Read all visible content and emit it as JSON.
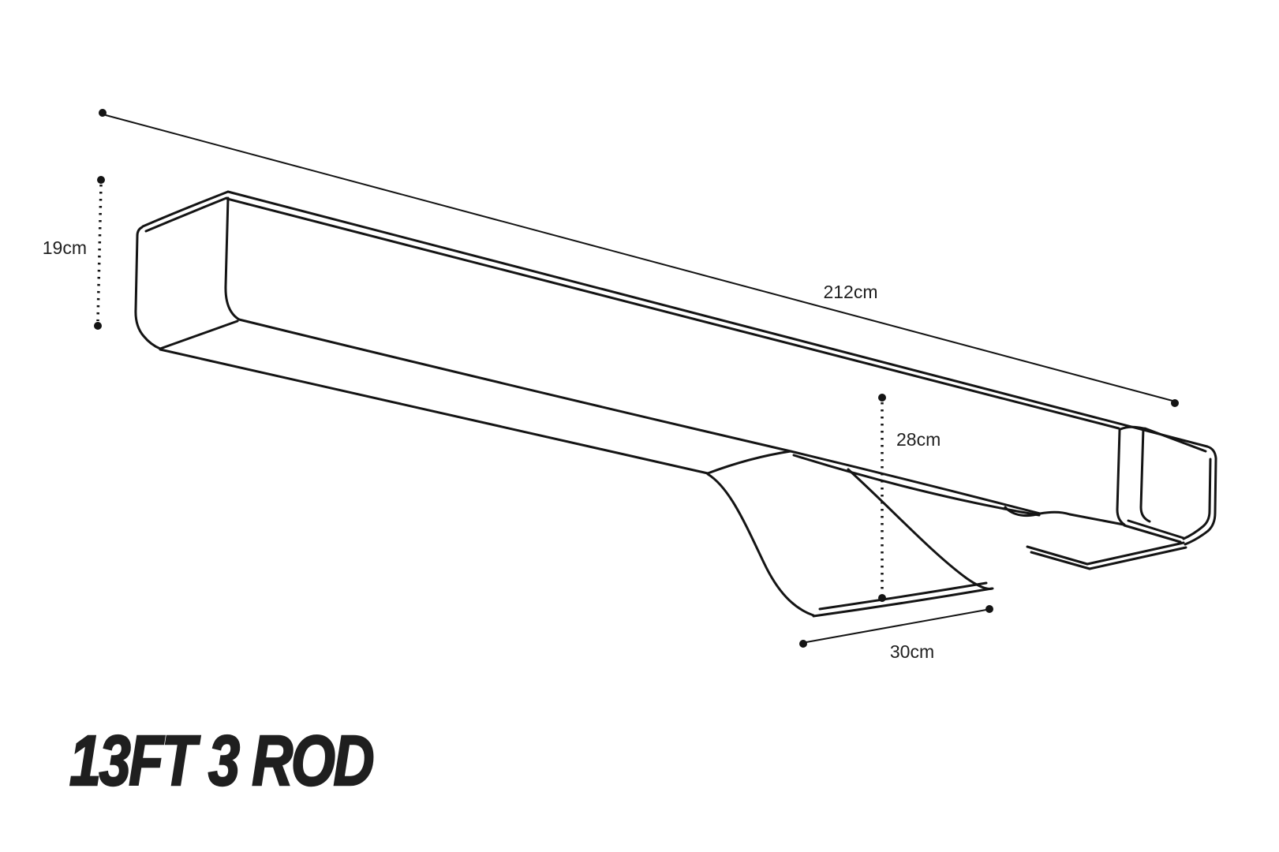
{
  "title": "13FT 3 ROD",
  "dimensions": {
    "height": "19cm",
    "length": "212cm",
    "pocket_height": "28cm",
    "pocket_length": "30cm"
  },
  "colors": {
    "line": "#141414",
    "text": "#1f1f1f",
    "background": "#ffffff"
  }
}
